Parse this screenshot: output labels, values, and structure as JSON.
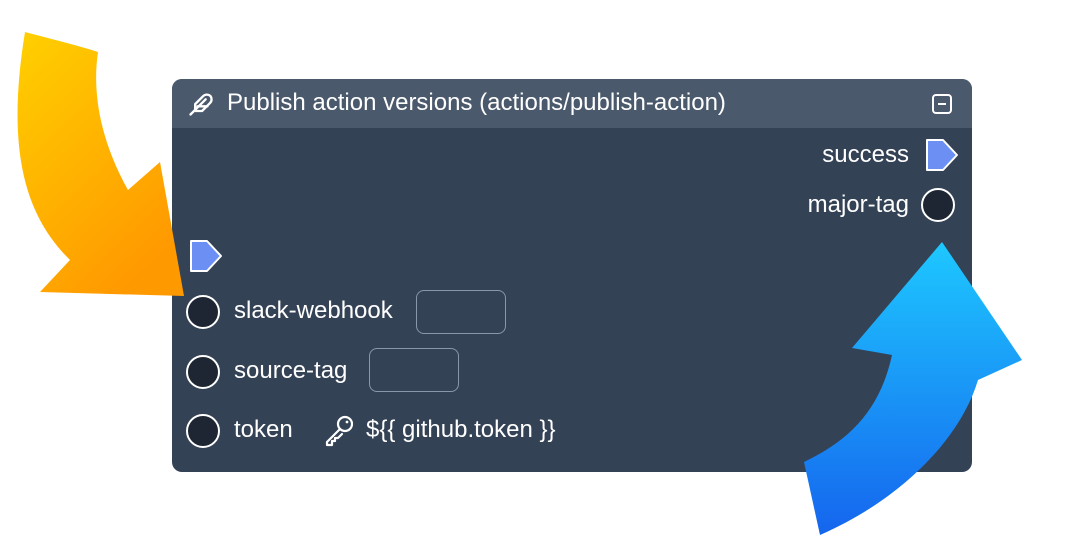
{
  "node": {
    "title": "Publish action versions (actions/publish-action)",
    "icon": "feather-icon",
    "collapse_icon": "collapse-icon"
  },
  "outputs": [
    {
      "label": "success",
      "type": "flow"
    },
    {
      "label": "major-tag",
      "type": "data"
    }
  ],
  "inputs": [
    {
      "label": "slack-webhook",
      "value": ""
    },
    {
      "label": "source-tag",
      "value": ""
    },
    {
      "label": "token",
      "value": "${{ github.token }}",
      "value_icon": "key-icon"
    }
  ],
  "colors": {
    "node_body": "#344256",
    "node_header": "#4a596c",
    "flow_port": "#6b8ff2",
    "arrow_in": "#ffb300",
    "arrow_out": "#1a8cf5"
  }
}
